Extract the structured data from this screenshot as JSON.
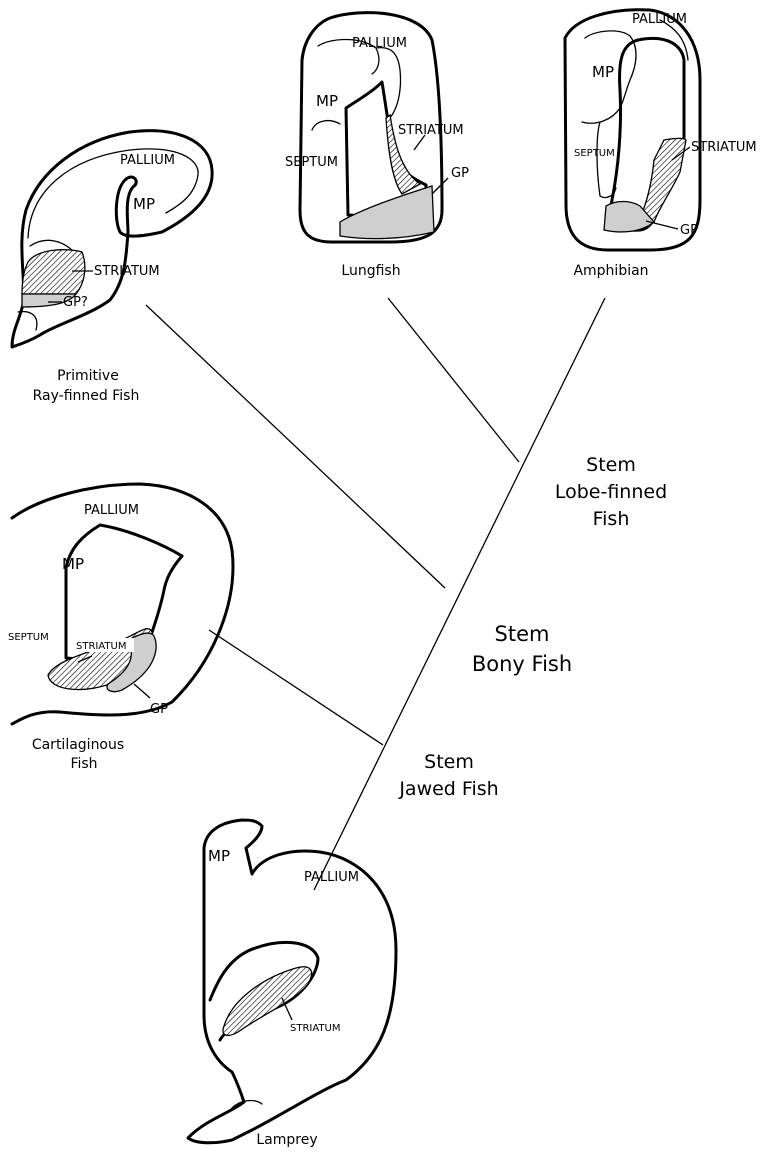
{
  "colors": {
    "ink": "#000000",
    "globus_pallidus_fill": "#cfcfcf",
    "background": "#ffffff"
  },
  "taxa": {
    "ray_finned": {
      "name_line1": "Primitive",
      "name_line2": "Ray-finned Fish",
      "pallium": "PALLIUM",
      "mp": "MP",
      "striatum": "STRIATUM",
      "gp": "GP?"
    },
    "lungfish": {
      "name": "Lungfish",
      "pallium": "PALLIUM",
      "mp": "MP",
      "septum": "SEPTUM",
      "striatum": "STRIATUM",
      "gp": "GP"
    },
    "amphibian": {
      "name": "Amphibian",
      "pallium": "PALLIUM",
      "mp": "MP",
      "septum": "SEPTUM",
      "striatum": "STRIATUM",
      "gp": "GP"
    },
    "cartilaginous": {
      "name_line1": "Cartilaginous",
      "name_line2": "Fish",
      "pallium": "PALLIUM",
      "mp": "MP",
      "septum": "SEPTUM",
      "striatum": "STRIATUM",
      "gp": "GP"
    },
    "lamprey": {
      "name": "Lamprey",
      "pallium": "PALLIUM",
      "mp": "MP",
      "striatum": "STRIATUM"
    }
  },
  "nodes": {
    "lobe_finned": {
      "line1": "Stem",
      "line2": "Lobe-finned",
      "line3": "Fish"
    },
    "bony": {
      "line1": "Stem",
      "line2": "Bony Fish"
    },
    "jawed": {
      "line1": "Stem",
      "line2": "Jawed Fish"
    }
  }
}
